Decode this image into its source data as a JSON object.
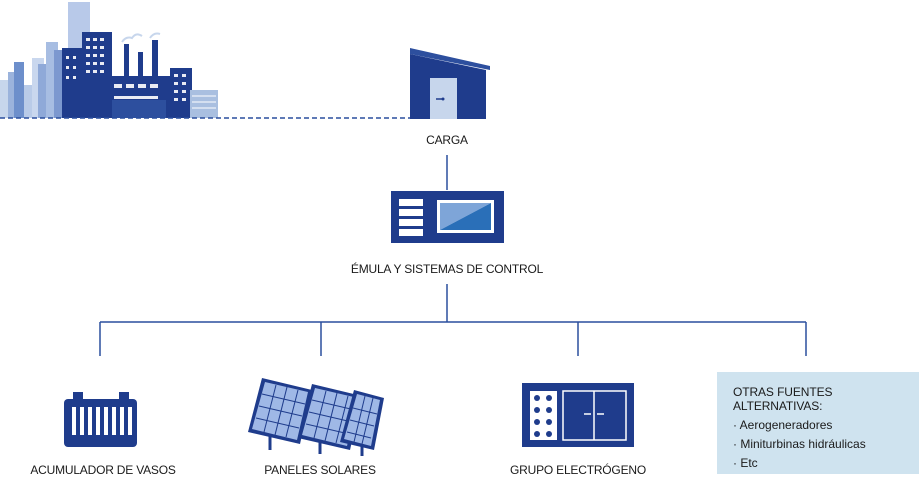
{
  "nodes": {
    "load": "CARGA",
    "control": "ÉMULA Y SISTEMAS DE CONTROL",
    "battery": "ACUMULADOR DE VASOS",
    "solar": "PANELES SOLARES",
    "generator": "GRUPO ELECTRÓGENO"
  },
  "others": {
    "title": "OTRAS FUENTES ALTERNATIVAS:",
    "items": [
      "· Aerogeneradores",
      "· Miniturbinas hidráulicas",
      "· Etc"
    ]
  },
  "colors": {
    "navy": "#1f3c8c",
    "light_blue": "#a9bfe0",
    "line": "#2a4f9e",
    "box_bg": "#cfe3ef"
  }
}
